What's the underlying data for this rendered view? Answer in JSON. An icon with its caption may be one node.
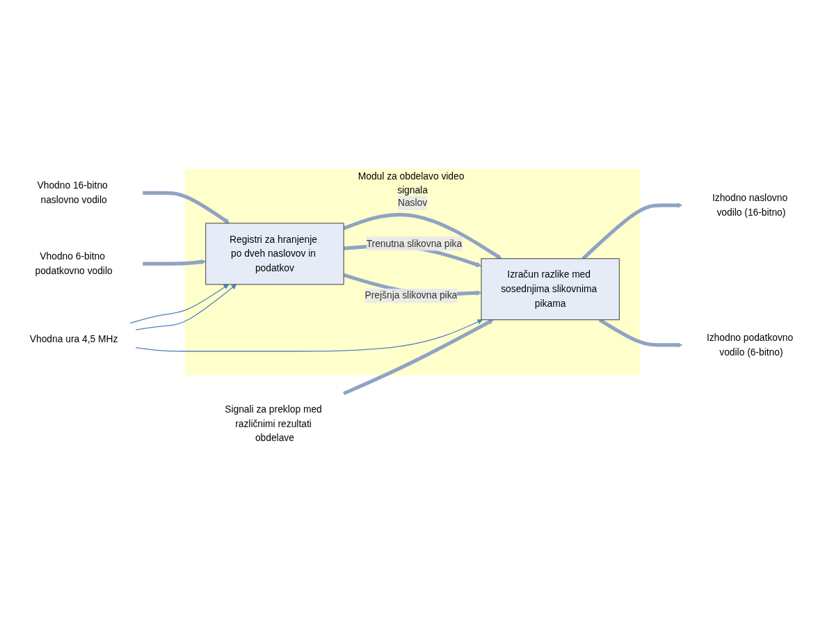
{
  "diagram": {
    "nodes": [
      {
        "text": [
          "Modul za obdelavo video signala"
        ]
      },
      {
        "text": [
          "Registri za hranjenje po dveh naslovov in podatkov"
        ],
        "in": 0
      },
      {
        "text": [
          "Izračun razlike med sosednjima slikovnima pikama"
        ],
        "in": 0
      },
      {
        "text": [
          "Vhodno 16-bitno naslovno vodilo"
        ]
      },
      {
        "text": [
          "Vhodno 6-bitno podatkovno vodilo"
        ]
      },
      {
        "text": [
          "Vhodna ura 4,5 MHz"
        ]
      },
      {
        "text": [
          "Signali za preklop med različnimi rezultati obdelave"
        ]
      },
      {
        "text": [
          "Izhodno naslovno vodilo (16-bitno)"
        ]
      },
      {
        "text": [
          "Izhodno podatkovno vodilo (6-bitno)"
        ]
      }
    ],
    "edges": [
      {
        "from": 3,
        "to": 1,
        "arrow": "to"
      },
      {
        "from": 4,
        "to": 1,
        "arrow": "to"
      },
      {
        "from": 5,
        "to": 1,
        "arrow": "to",
        "color": "#4f81bd"
      },
      {
        "from": 5,
        "to": 1,
        "arrow": "to",
        "color": "#4f81bd"
      },
      {
        "from": 5,
        "to": 2,
        "arrow": "to",
        "color": "#4f81bd"
      },
      {
        "from": 6,
        "to": 2,
        "arrow": "to"
      },
      {
        "from": 1,
        "to": 2,
        "label": "Naslov",
        "arrow": "to"
      },
      {
        "from": 1,
        "to": 2,
        "label": "Trenutna slikovna pika",
        "arrow": "to"
      },
      {
        "from": 1,
        "to": 2,
        "label": "Prejšnja slikovna pika",
        "arrow": "to"
      },
      {
        "from": 2,
        "to": 7,
        "arrow": "to"
      },
      {
        "from": 2,
        "to": 8,
        "arrow": "to"
      }
    ]
  }
}
